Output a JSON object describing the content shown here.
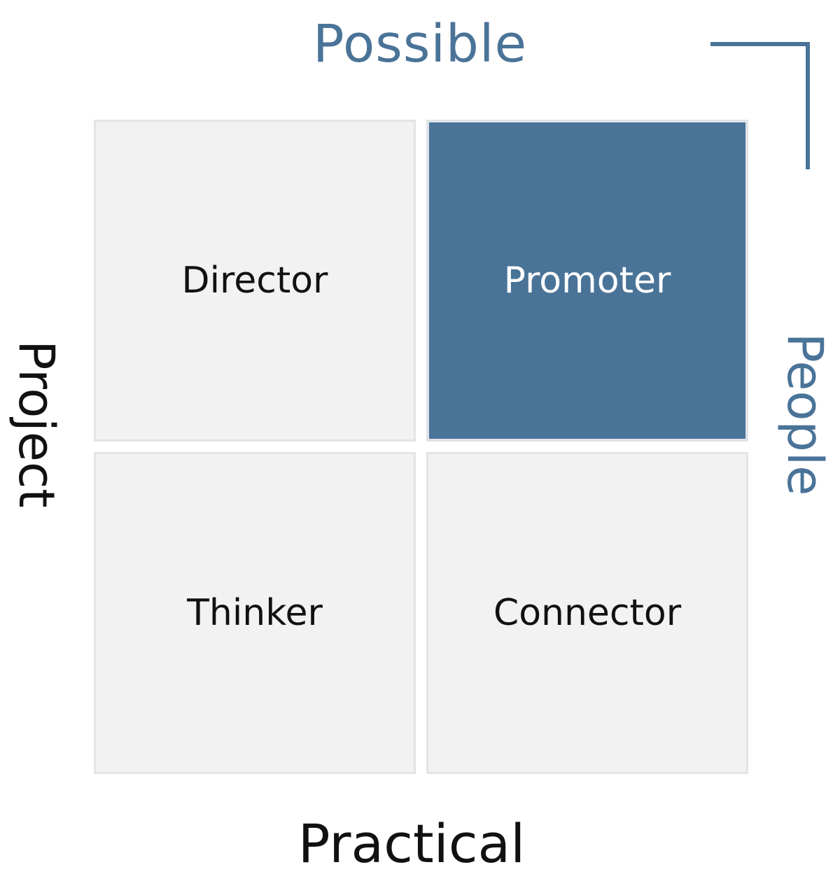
{
  "axes": {
    "top": "Possible",
    "bottom": "Practical",
    "left": "Project",
    "right": "People"
  },
  "quadrants": [
    {
      "position": "top-left",
      "label": "Director",
      "highlighted": false
    },
    {
      "position": "top-right",
      "label": "Promoter",
      "highlighted": true
    },
    {
      "position": "bottom-left",
      "label": "Thinker",
      "highlighted": false
    },
    {
      "position": "bottom-right",
      "label": "Connector",
      "highlighted": false
    }
  ],
  "colors": {
    "accent": "#4a7398",
    "cell": "#f2f2f2",
    "cell_border": "#e4e4e4",
    "text": "#111111"
  }
}
